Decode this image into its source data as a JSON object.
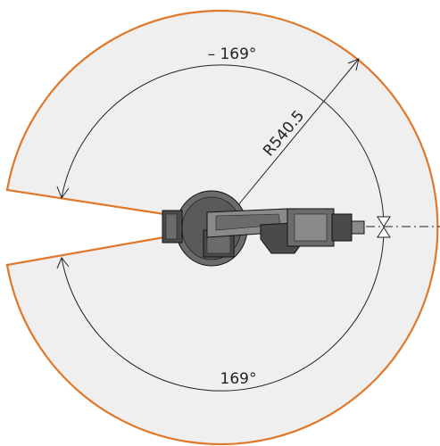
{
  "diagram": {
    "labels": {
      "angle_negative": "– 169°",
      "angle_positive": "169°",
      "radius": "R540.5"
    },
    "colors": {
      "boundary": "#e0782a",
      "area_fill": "#efefef",
      "dimension_line": "#222222",
      "robot_dark": "#4a4a4a",
      "robot_mid": "#6b6b6b",
      "robot_light": "#8a8a8a",
      "robot_outline": "#111111"
    },
    "icons": {
      "axis_symbol": "hourglass-triangles-icon",
      "arrowheads": "open-arrow-icon"
    }
  }
}
